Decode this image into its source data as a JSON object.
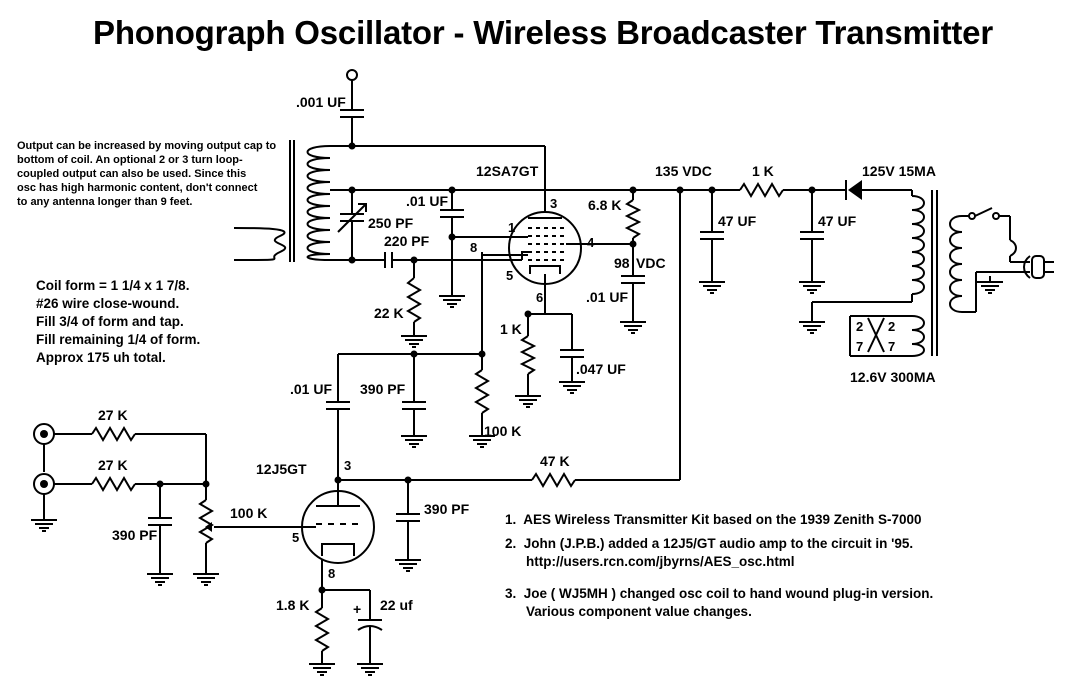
{
  "title": "Phonograph Oscillator - Wireless Broadcaster Transmitter",
  "info_note": [
    "Output can be increased by moving output cap to",
    "bottom of coil.  An optional 2 or 3 turn loop-",
    "coupled output can also be used.  Since this",
    "osc has high harmonic content, don't connect",
    "to any antenna longer than 9 feet."
  ],
  "coil_notes": [
    "Coil form = 1 1/4 x 1 7/8.",
    "#26 wire close-wound.",
    "Fill 3/4 of form and tap.",
    "Fill remaining 1/4 of form.",
    "Approx 175 uh total."
  ],
  "footnotes": [
    {
      "num": "1.",
      "lines": [
        "AES Wireless Transmitter Kit based on the 1939 Zenith S-7000"
      ]
    },
    {
      "num": "2.",
      "lines": [
        "John (J.P.B.) added a 12J5/GT audio amp to the circuit in '95.",
        "http://users.rcn.com/jbyrns/AES_osc.html"
      ]
    },
    {
      "num": "3.",
      "lines": [
        "Joe ( WJ5MH ) changed osc coil to hand wound plug-in version.",
        "Various component value changes."
      ]
    }
  ],
  "labels": {
    "c_001": ".001 UF",
    "tube1": "12SA7GT",
    "v135": "135 VDC",
    "r_1k_top": "1 K",
    "ps": "125V 15MA",
    "c_250": "250 PF",
    "c_01a": ".01 UF",
    "c_220": "220 PF",
    "r_68k": "6.8 K",
    "v98": "98",
    "vdc98": "VDC",
    "c_01b": ".01 UF",
    "c_47a": "47 UF",
    "c_47b": "47 UF",
    "r_22k": "22 K",
    "r_1k": "1 K",
    "c_047": ".047 UF",
    "fil": "12.6V 300MA",
    "c_01c": ".01 UF",
    "c_390a": "390 PF",
    "r_100k": "100 K",
    "r_27k_a": "27 K",
    "r_27k_b": "27 K",
    "r_47k": "47 K",
    "tube2": "12J5GT",
    "c_390b": "390 PF",
    "pot": "100 K",
    "c_390c": "390 PF",
    "r_18k": "1.8 K",
    "c_22": "22 uf",
    "plus": "+",
    "p1": "1",
    "p3": "3",
    "p4": "4",
    "p5": "5",
    "p6": "6",
    "p8": "8",
    "q3": "3",
    "q5": "5",
    "q8": "8",
    "t2a": "2",
    "t2b": "2",
    "t7a": "7",
    "t7b": "7"
  }
}
